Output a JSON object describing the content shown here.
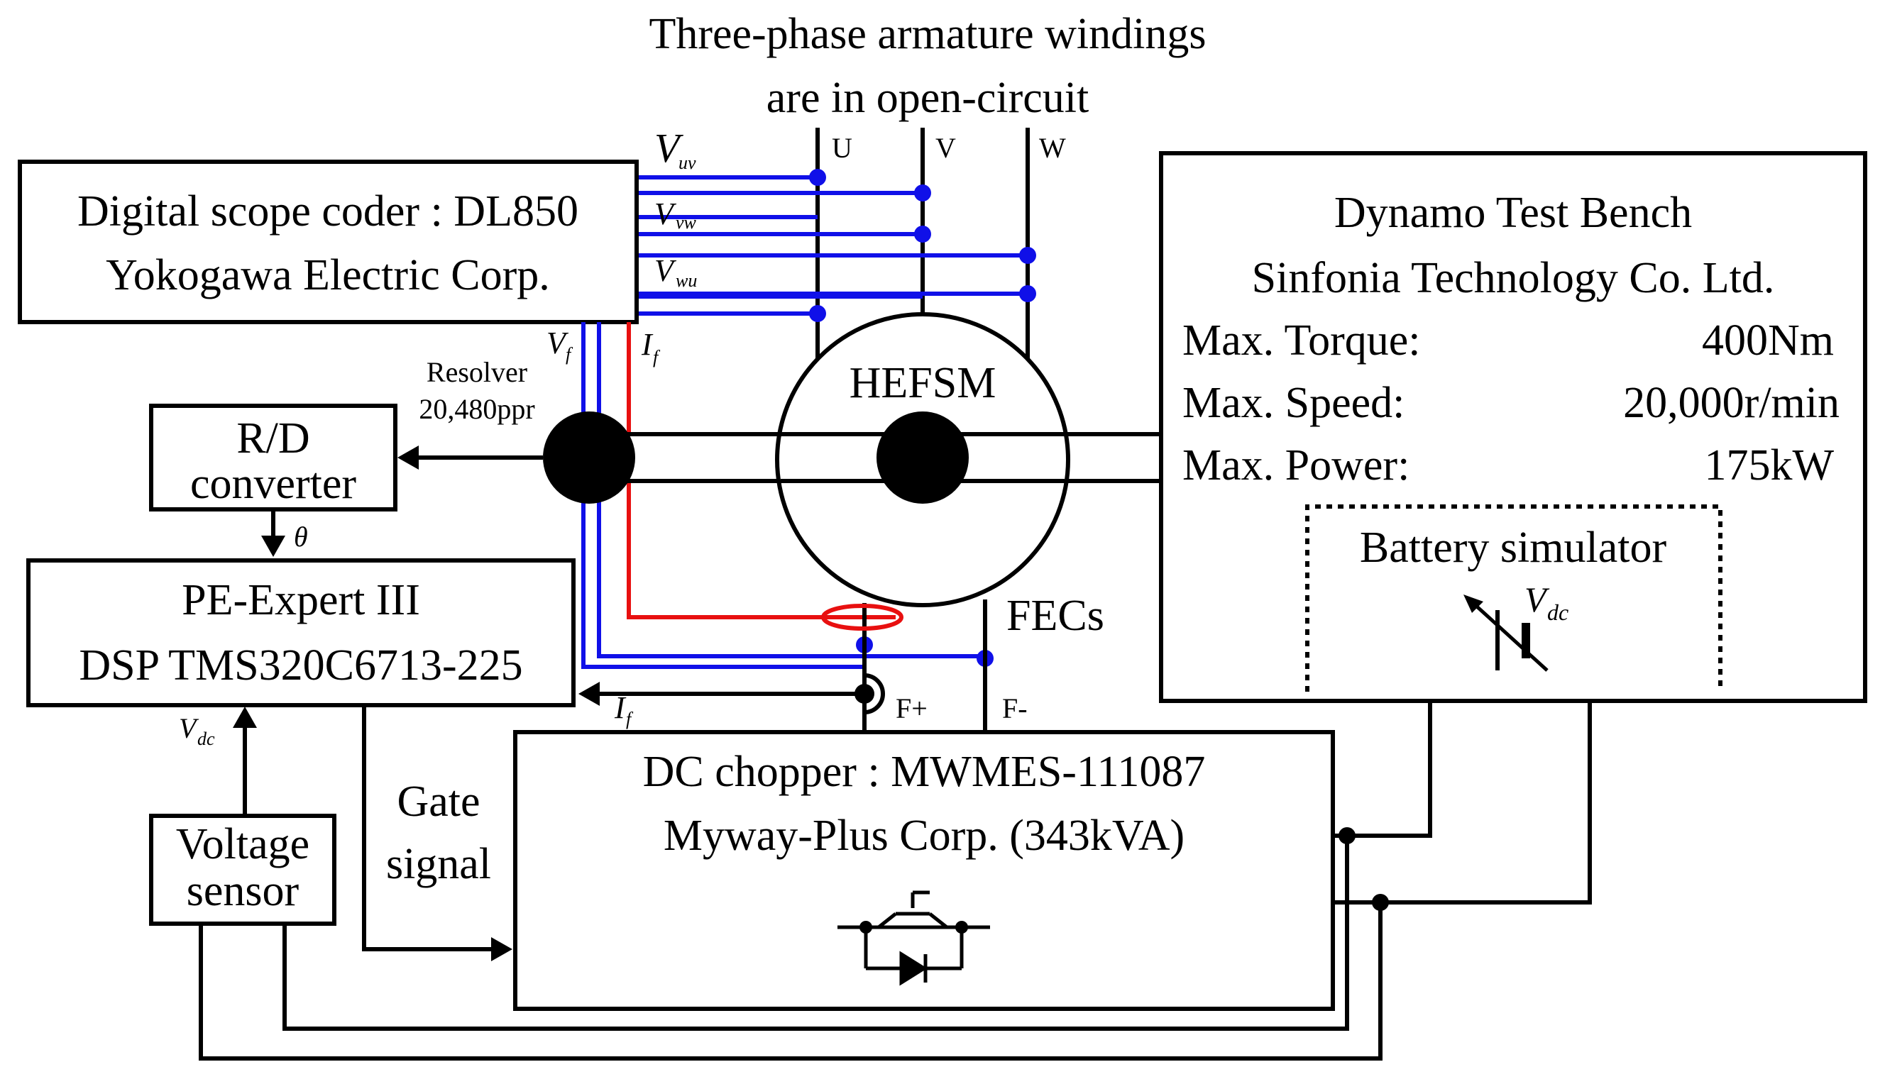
{
  "header": {
    "line1": "Three-phase armature windings",
    "line2": "are in open-circuit"
  },
  "phases": {
    "u": "U",
    "v": "V",
    "w": "W"
  },
  "scope": {
    "line1": "Digital scope coder : DL850",
    "line2": "Yokogawa Electric Corp."
  },
  "signals": {
    "v_main": "V",
    "sub_uv": "uv",
    "sub_vw": "vw",
    "sub_wu": "wu",
    "sub_f": "f",
    "i_main": "I",
    "theta": "θ",
    "sub_dc": "dc"
  },
  "resolver": {
    "line1": "Resolver",
    "line2": "20,480ppr"
  },
  "rd_converter": {
    "line1": "R/D",
    "line2": "converter"
  },
  "motor": {
    "label": "HEFSM"
  },
  "fecs": {
    "label": "FECs",
    "plus": "F+",
    "minus": "F-"
  },
  "dsp": {
    "line1": "PE-Expert III",
    "line2": "DSP TMS320C6713-225"
  },
  "gate": {
    "line1": "Gate",
    "line2": "signal"
  },
  "voltage_sensor": {
    "line1": "Voltage",
    "line2": "sensor"
  },
  "chopper": {
    "line1": "DC chopper : MWMES-111087",
    "line2": "Myway-Plus Corp. (343kVA)"
  },
  "dynamo": {
    "title1": "Dynamo Test Bench",
    "title2": "Sinfonia Technology Co. Ltd.",
    "rows": [
      {
        "label": "Max. Torque:",
        "value": "400Nm"
      },
      {
        "label": "Max. Speed:",
        "value": "20,000r/min"
      },
      {
        "label": "Max. Power:",
        "value": "175kW"
      }
    ]
  },
  "battery": {
    "label": "Battery simulator"
  },
  "colors": {
    "voltage_wire": "#1010e8",
    "current_wire": "#e81010",
    "line": "#000000"
  }
}
